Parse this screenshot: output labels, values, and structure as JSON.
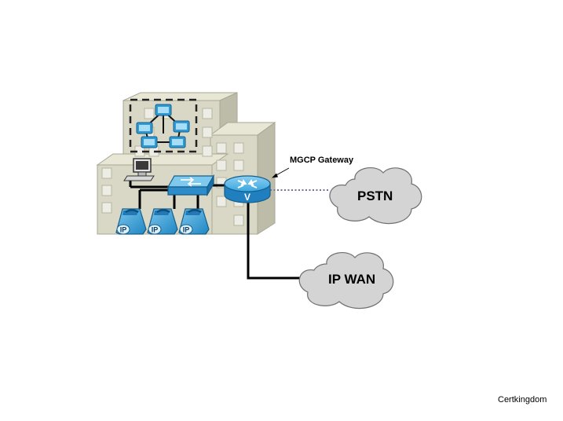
{
  "labels": {
    "gateway": "MGCP Gateway",
    "pstn": "PSTN",
    "ip_wan": "IP WAN",
    "watermark": "Certkingdom",
    "router_letter": "V",
    "phone_tag": "IP"
  },
  "icons": {
    "building": "office-building-icon",
    "cluster": "call-manager-cluster-icon",
    "pc": "workstation-icon",
    "switch": "lan-switch-icon",
    "router": "voice-router-icon",
    "phone": "ip-phone-icon",
    "cloud": "network-cloud-icon"
  },
  "colors": {
    "device_blue": "#2E9BD6",
    "building_front": "#D9D8C6",
    "building_side": "#BDBCA8",
    "cloud_gray": "#D4D4D4",
    "dotted_link": "#7A6D9A"
  }
}
